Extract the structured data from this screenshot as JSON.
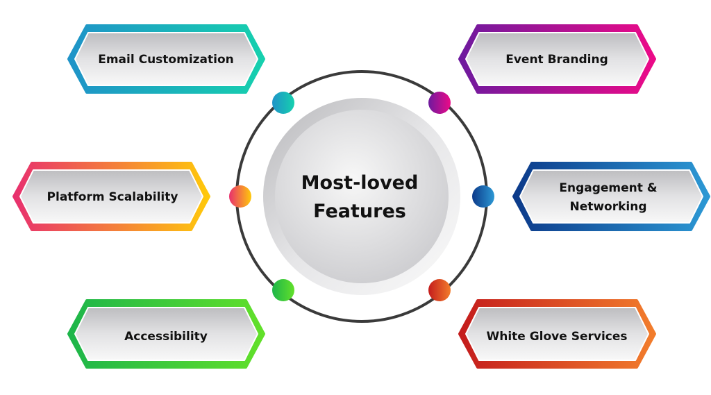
{
  "center": {
    "line1": "Most-loved",
    "line2": "Features"
  },
  "features": [
    {
      "label": "Email Customization",
      "colors": [
        "#1f93c8",
        "#16d0ae"
      ]
    },
    {
      "label": "Event Branding",
      "colors": [
        "#6e1a9e",
        "#ec0a88"
      ]
    },
    {
      "label": "Platform Scalability",
      "colors": [
        "#e8306e",
        "#ffc90a"
      ]
    },
    {
      "label_line1": "Engagement &",
      "label_line2": "Networking",
      "colors": [
        "#0c3a8a",
        "#2c98d4"
      ]
    },
    {
      "label": "Accessibility",
      "colors": [
        "#1db54a",
        "#62e02a"
      ]
    },
    {
      "label": "White Glove Services",
      "colors": [
        "#c41c1c",
        "#f27d2c"
      ]
    }
  ],
  "ring_color": "#3a3a3a"
}
